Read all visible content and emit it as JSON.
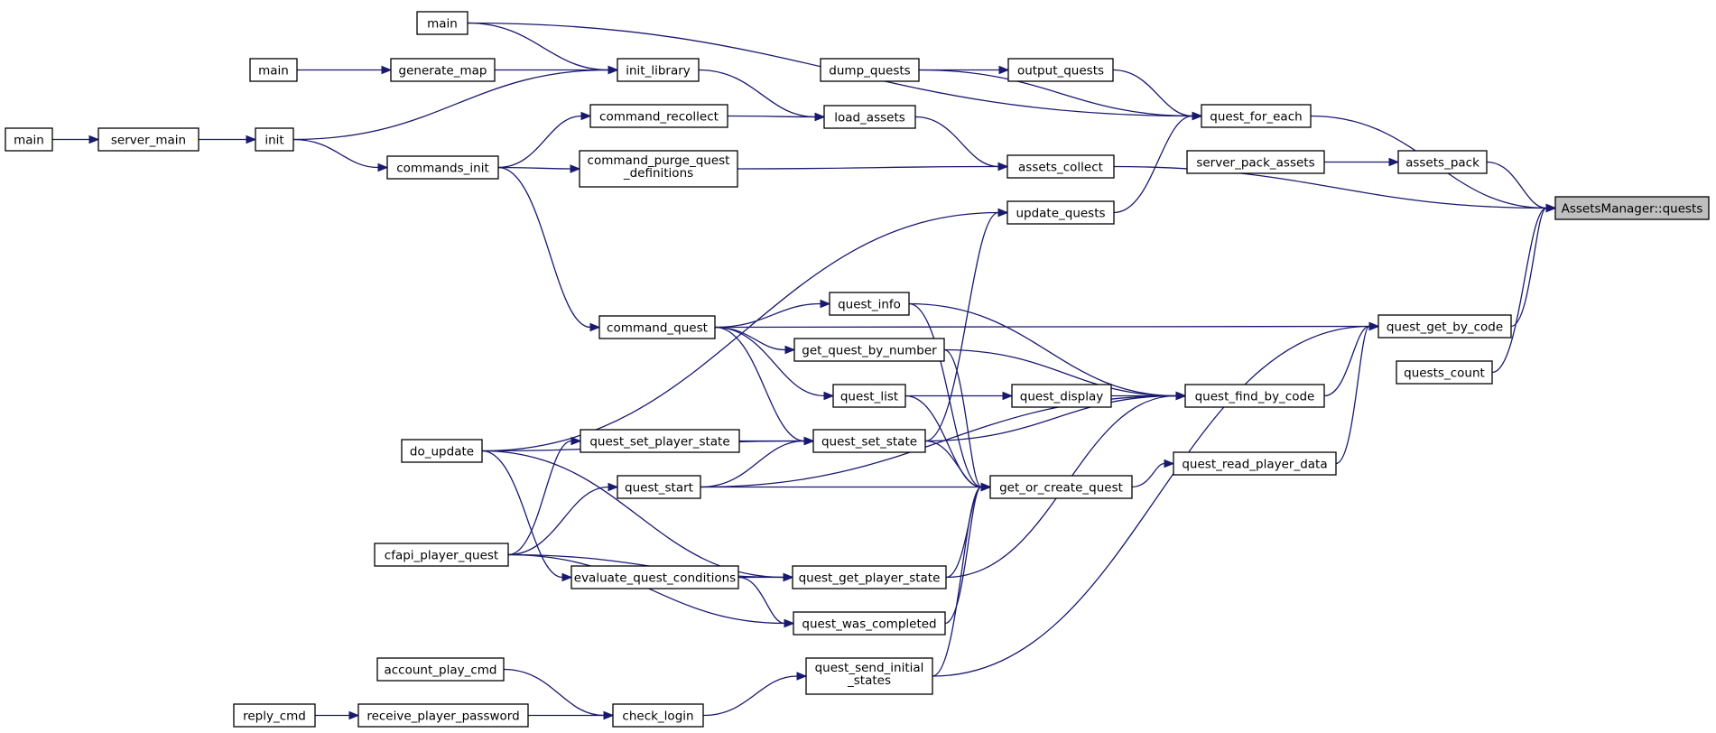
{
  "graph": {
    "type": "call-graph",
    "direction": "right-to-left",
    "colors": {
      "edge": "#191970",
      "node_border": "#000000",
      "node_fill": "#ffffff",
      "root_fill": "#bfbfbf"
    },
    "nodes": {
      "root": [
        "AssetsManager::quests"
      ],
      "main_top": [
        "main"
      ],
      "main_mid": [
        "main"
      ],
      "main_left": [
        "main"
      ],
      "server_main": [
        "server_main"
      ],
      "init": [
        "init"
      ],
      "generate_map": [
        "generate_map"
      ],
      "init_library": [
        "init_library"
      ],
      "commands_init": [
        "commands_init"
      ],
      "command_recollect": [
        "command_recollect"
      ],
      "command_purge": [
        "command_purge_quest",
        "_definitions"
      ],
      "dump_quests": [
        "dump_quests"
      ],
      "output_quests": [
        "output_quests"
      ],
      "load_assets": [
        "load_assets"
      ],
      "quest_for_each": [
        "quest_for_each"
      ],
      "assets_collect": [
        "assets_collect"
      ],
      "update_quests": [
        "update_quests"
      ],
      "server_pack_assets": [
        "server_pack_assets"
      ],
      "assets_pack": [
        "assets_pack"
      ],
      "quest_get_by_code": [
        "quest_get_by_code"
      ],
      "quests_count": [
        "quests_count"
      ],
      "command_quest": [
        "command_quest"
      ],
      "quest_info": [
        "quest_info"
      ],
      "get_quest_by_number": [
        "get_quest_by_number"
      ],
      "quest_list": [
        "quest_list"
      ],
      "quest_display": [
        "quest_display"
      ],
      "quest_find_by_code": [
        "quest_find_by_code"
      ],
      "do_update": [
        "do_update"
      ],
      "quest_set_player_state": [
        "quest_set_player_state"
      ],
      "quest_set_state": [
        "quest_set_state"
      ],
      "quest_start": [
        "quest_start"
      ],
      "get_or_create_quest": [
        "get_or_create_quest"
      ],
      "quest_read_player_data": [
        "quest_read_player_data"
      ],
      "cfapi_player_quest": [
        "cfapi_player_quest"
      ],
      "evaluate_quest_conditions": [
        "evaluate_quest_conditions"
      ],
      "quest_get_player_state": [
        "quest_get_player_state"
      ],
      "quest_was_completed": [
        "quest_was_completed"
      ],
      "account_play_cmd": [
        "account_play_cmd"
      ],
      "quest_send_initial_states": [
        "quest_send_initial",
        "_states"
      ],
      "check_login": [
        "check_login"
      ],
      "reply_cmd": [
        "reply_cmd"
      ],
      "receive_player_password": [
        "receive_player_password"
      ]
    },
    "edges": [
      [
        "main_top",
        "quest_for_each"
      ],
      [
        "main_top",
        "init_library"
      ],
      [
        "main_mid",
        "generate_map"
      ],
      [
        "generate_map",
        "init_library"
      ],
      [
        "main_left",
        "server_main"
      ],
      [
        "server_main",
        "init"
      ],
      [
        "init",
        "init_library"
      ],
      [
        "init",
        "commands_init"
      ],
      [
        "init_library",
        "load_assets"
      ],
      [
        "command_recollect",
        "load_assets"
      ],
      [
        "commands_init",
        "command_recollect"
      ],
      [
        "commands_init",
        "command_purge"
      ],
      [
        "commands_init",
        "command_quest"
      ],
      [
        "command_purge",
        "assets_collect"
      ],
      [
        "dump_quests",
        "output_quests"
      ],
      [
        "dump_quests",
        "quest_for_each"
      ],
      [
        "output_quests",
        "quest_for_each"
      ],
      [
        "load_assets",
        "assets_collect"
      ],
      [
        "update_quests",
        "quest_for_each"
      ],
      [
        "quest_for_each",
        "root"
      ],
      [
        "assets_collect",
        "root"
      ],
      [
        "server_pack_assets",
        "assets_pack"
      ],
      [
        "assets_pack",
        "root"
      ],
      [
        "quest_get_by_code",
        "root"
      ],
      [
        "quests_count",
        "root"
      ],
      [
        "command_quest",
        "quest_info"
      ],
      [
        "command_quest",
        "get_quest_by_number"
      ],
      [
        "command_quest",
        "quest_list"
      ],
      [
        "command_quest",
        "quest_set_state"
      ],
      [
        "command_quest",
        "quest_get_by_code"
      ],
      [
        "quest_info",
        "quest_find_by_code"
      ],
      [
        "quest_info",
        "get_or_create_quest"
      ],
      [
        "get_quest_by_number",
        "quest_find_by_code"
      ],
      [
        "get_quest_by_number",
        "get_or_create_quest"
      ],
      [
        "quest_list",
        "quest_display"
      ],
      [
        "quest_list",
        "get_or_create_quest"
      ],
      [
        "quest_display",
        "quest_find_by_code"
      ],
      [
        "quest_set_state",
        "update_quests"
      ],
      [
        "quest_set_state",
        "quest_find_by_code"
      ],
      [
        "quest_set_state",
        "get_or_create_quest"
      ],
      [
        "do_update",
        "update_quests"
      ],
      [
        "do_update",
        "quest_set_state"
      ],
      [
        "do_update",
        "quest_get_player_state"
      ],
      [
        "do_update",
        "evaluate_quest_conditions"
      ],
      [
        "quest_set_player_state",
        "quest_set_state"
      ],
      [
        "quest_start",
        "quest_set_state"
      ],
      [
        "quest_start",
        "get_or_create_quest"
      ],
      [
        "quest_start",
        "quest_find_by_code"
      ],
      [
        "get_or_create_quest",
        "quest_read_player_data"
      ],
      [
        "quest_read_player_data",
        "quest_get_by_code"
      ],
      [
        "quest_find_by_code",
        "quest_get_by_code"
      ],
      [
        "cfapi_player_quest",
        "quest_set_player_state"
      ],
      [
        "cfapi_player_quest",
        "quest_start"
      ],
      [
        "cfapi_player_quest",
        "quest_get_player_state"
      ],
      [
        "cfapi_player_quest",
        "quest_was_completed"
      ],
      [
        "evaluate_quest_conditions",
        "quest_get_player_state"
      ],
      [
        "evaluate_quest_conditions",
        "quest_was_completed"
      ],
      [
        "quest_get_player_state",
        "get_or_create_quest"
      ],
      [
        "quest_get_player_state",
        "quest_find_by_code"
      ],
      [
        "quest_was_completed",
        "get_or_create_quest"
      ],
      [
        "quest_send_initial_states",
        "get_or_create_quest"
      ],
      [
        "quest_send_initial_states",
        "quest_get_by_code"
      ],
      [
        "account_play_cmd",
        "check_login"
      ],
      [
        "check_login",
        "quest_send_initial_states"
      ],
      [
        "reply_cmd",
        "receive_player_password"
      ],
      [
        "receive_player_password",
        "check_login"
      ]
    ]
  }
}
